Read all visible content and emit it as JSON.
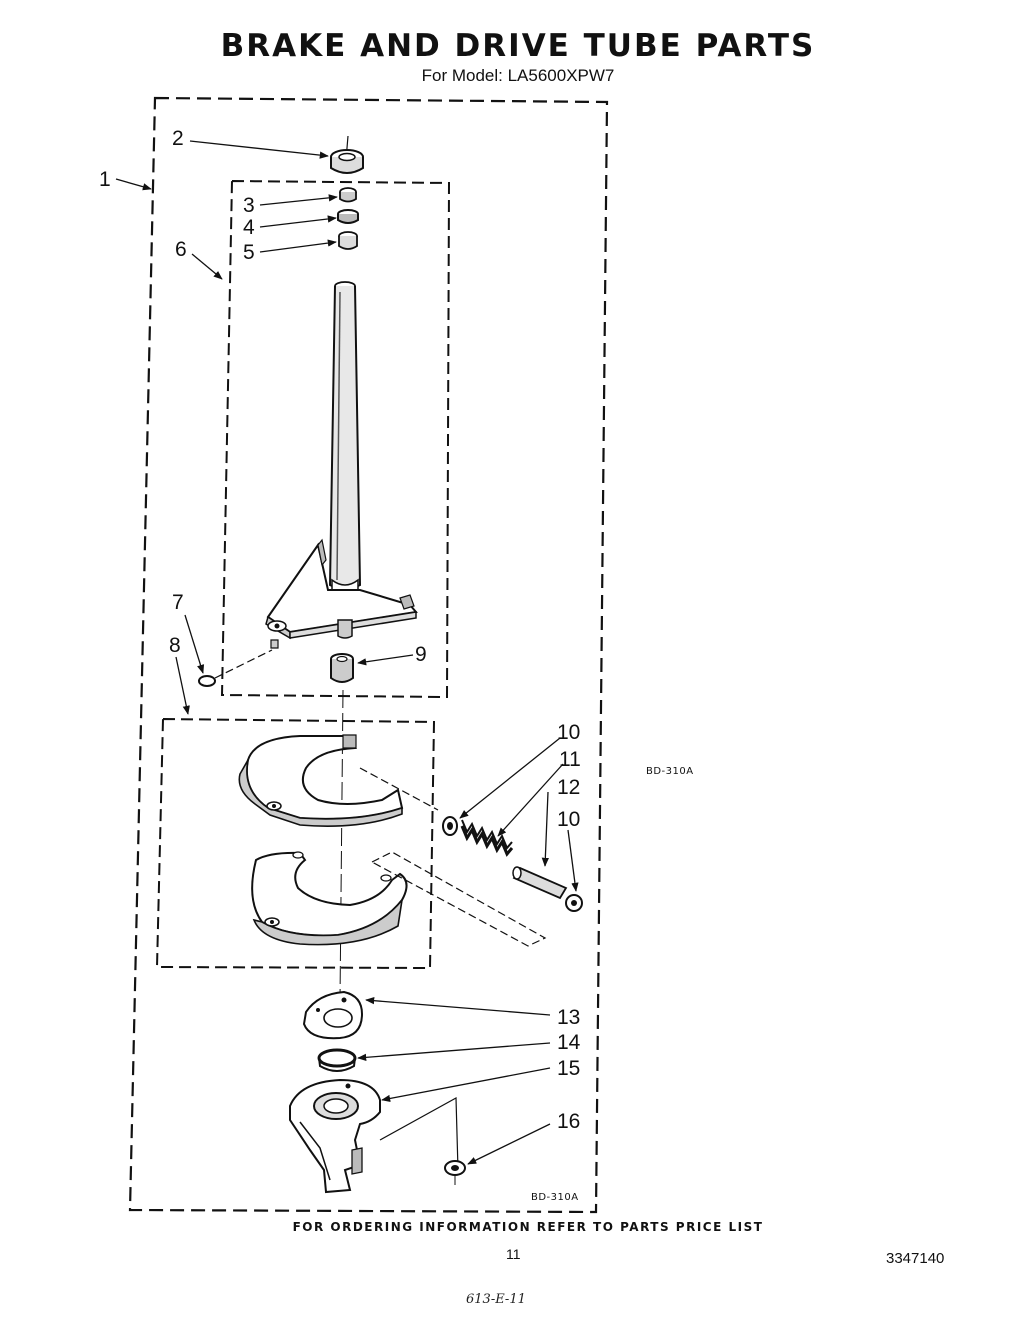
{
  "header": {
    "title": "BRAKE AND DRIVE TUBE PARTS",
    "subtitle": "For Model: LA5600XPW7"
  },
  "callouts": [
    "1",
    "2",
    "3",
    "4",
    "5",
    "6",
    "7",
    "8",
    "9",
    "10",
    "11",
    "12",
    "10",
    "13",
    "14",
    "15",
    "16"
  ],
  "codes": {
    "side_code": "BD-310A",
    "frame_code": "BD-310A"
  },
  "footer": {
    "ordering_note": "FOR ORDERING INFORMATION REFER TO PARTS PRICE LIST",
    "page_number": "11",
    "doc_number": "3347140",
    "handwritten_note": "613-E-11"
  }
}
